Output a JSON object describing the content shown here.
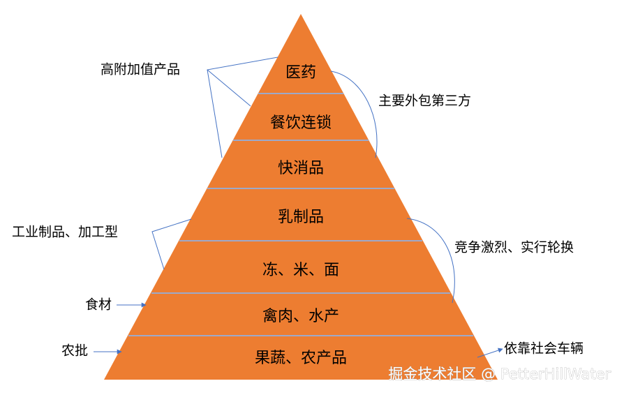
{
  "pyramid": {
    "fill": "#ED7D31",
    "divider": "#9DA9C9",
    "levels": [
      {
        "label": "医药"
      },
      {
        "label": "餐饮连锁"
      },
      {
        "label": "快消品"
      },
      {
        "label": "乳制品"
      },
      {
        "label": "冻、米、面"
      },
      {
        "label": "禽肉、水产"
      },
      {
        "label": "果蔬、农产品"
      }
    ]
  },
  "annotations": {
    "high_value": "高附加值产品",
    "outsourcing": "主要外包第三方",
    "industrial": "工业制品、加工型",
    "competition": "竞争激烈、实行轮换",
    "food": "食材",
    "agri": "农批",
    "vehicles": "依靠社会车辆"
  },
  "connector_color": "#4472C4",
  "watermark": "掘金技术社区 @ PetterHillWater"
}
